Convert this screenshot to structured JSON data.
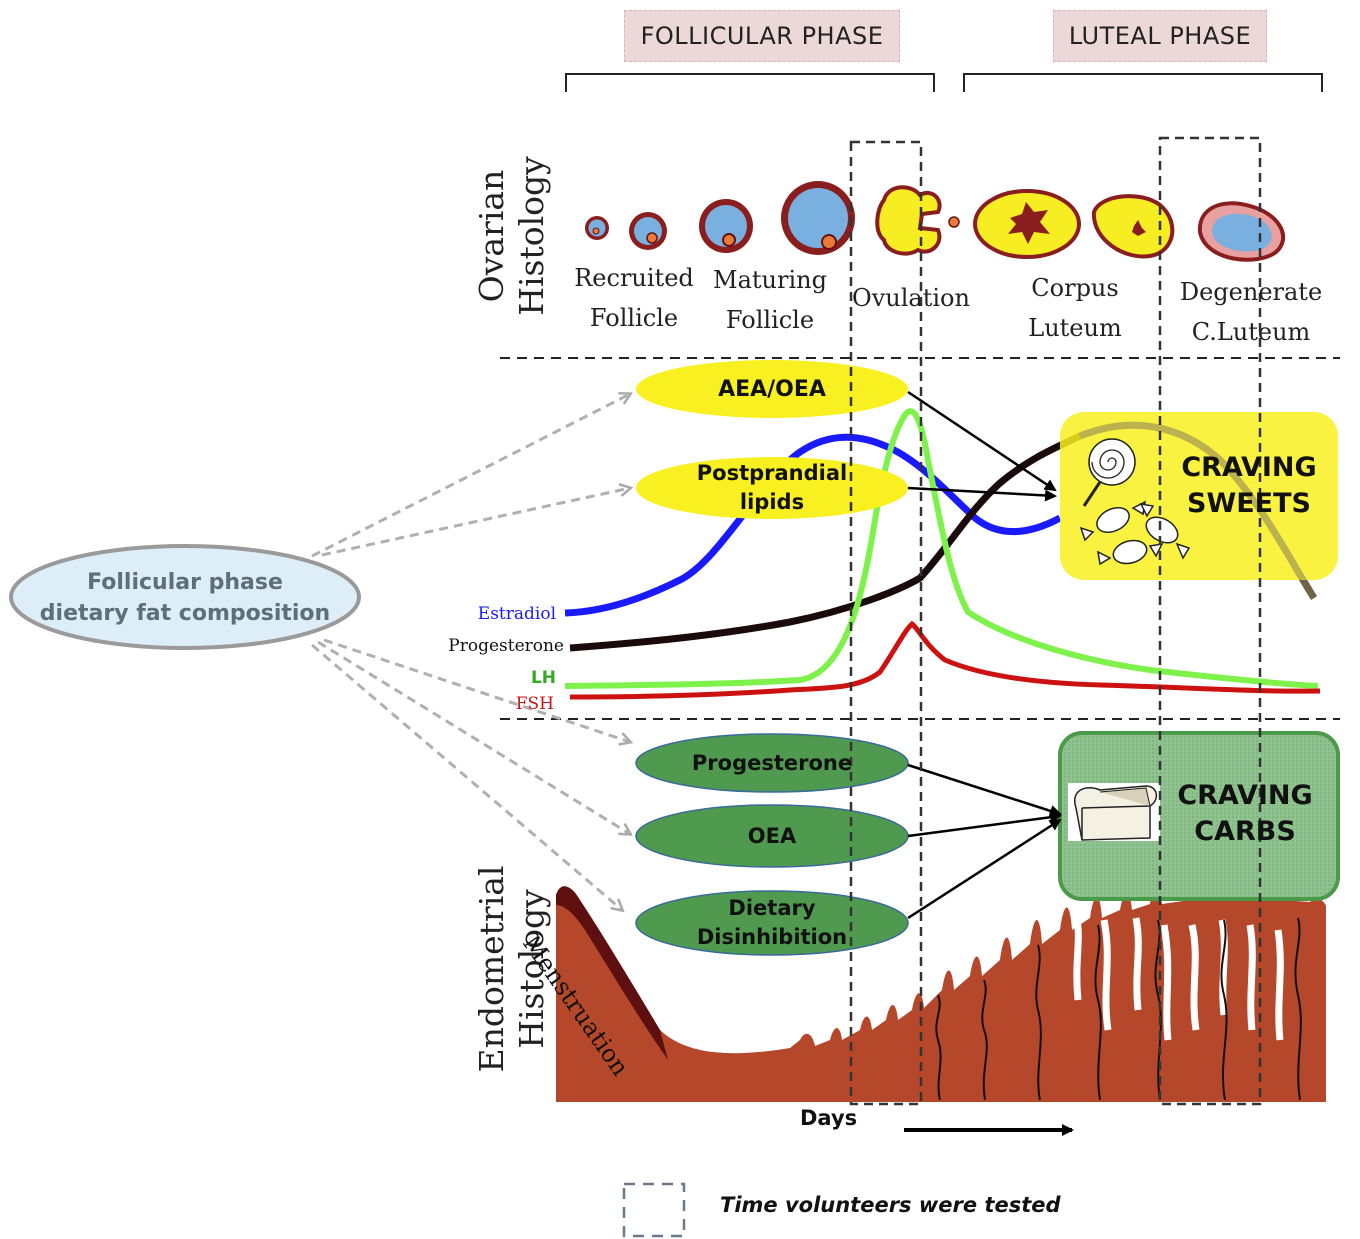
{
  "phases": {
    "follicular": "FOLLICULAR PHASE",
    "luteal": "LUTEAL PHASE"
  },
  "sections": {
    "ovarian": [
      "Ovarian",
      "Histology"
    ],
    "endometrial": [
      "Endometrial",
      "Histology"
    ]
  },
  "ovarian_stages": {
    "recruited": [
      "Recruited",
      "Follicle"
    ],
    "maturing": [
      "Maturing",
      "Follicle"
    ],
    "ovulation": "Ovulation",
    "corpus": [
      "Corpus",
      "Luteum"
    ],
    "degenerate": [
      "Degenerate",
      "C.Luteum"
    ]
  },
  "hormones": {
    "estradiol": "Estradiol",
    "progesterone": "Progesterone",
    "lh": "LH",
    "fsh": "FSH",
    "colors": {
      "estradiol": "#1a1aff",
      "progesterone": "#1a0a0a",
      "lh": "#66ee33",
      "fsh": "#cc1111"
    }
  },
  "diet": [
    "Follicular phase",
    "dietary fat composition"
  ],
  "yellow_factors": {
    "aea_oea": "AEA/OEA",
    "lipids": [
      "Postprandial",
      "lipids"
    ]
  },
  "green_factors": {
    "progesterone": "Progesterone",
    "oea": "OEA",
    "disinhibition": [
      "Dietary",
      "Disinhibition"
    ]
  },
  "cravings": {
    "sweets": [
      "CRAVING",
      "SWEETS"
    ],
    "carbs": [
      "CRAVING",
      "CARBS"
    ]
  },
  "menstruation": "Menstruation",
  "days": "Days",
  "legend": "Time volunteers were tested",
  "colors": {
    "yellow": "#f8f020",
    "green": "#4f9a4f",
    "diet_fill": "#ddeef8",
    "endometrium": "#b5482a"
  },
  "icons": [
    "lollipop-icon",
    "candy-icon",
    "bread-icon"
  ]
}
